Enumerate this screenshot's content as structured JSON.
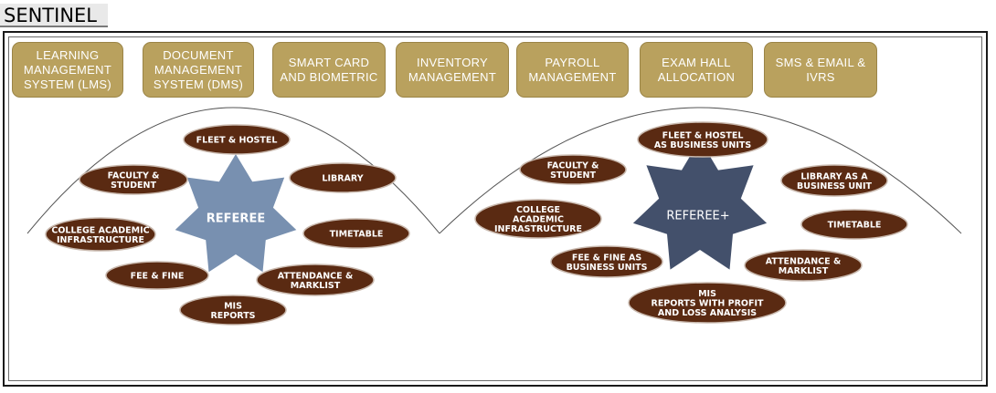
{
  "title": "SENTINEL",
  "modules": [
    {
      "label": "LEARNING\nMANAGEMENT\nSYSTEM (LMS)"
    },
    {
      "label": "DOCUMENT\nMANAGEMENT\nSYSTEM (DMS)"
    },
    {
      "label": "SMART CARD\nAND BIOMETRIC"
    },
    {
      "label": "INVENTORY\nMANAGEMENT"
    },
    {
      "label": "PAYROLL\nMANAGEMENT"
    },
    {
      "label": "EXAM HALL\nALLOCATION"
    },
    {
      "label": "SMS & EMAIL &\nIVRS"
    }
  ],
  "referee": {
    "center": "REFEREE",
    "nodes": [
      {
        "label": "FLEET & HOSTEL"
      },
      {
        "label": "FACULTY &\nSTUDENT"
      },
      {
        "label": "LIBRARY"
      },
      {
        "label": "COLLEGE ACADEMIC\nINFRASTRUCTURE"
      },
      {
        "label": "TIMETABLE"
      },
      {
        "label": "FEE & FINE"
      },
      {
        "label": "ATTENDANCE &\nMARKLIST"
      },
      {
        "label": "MIS\nREPORTS"
      }
    ]
  },
  "referee_plus": {
    "center": "REFEREE+",
    "nodes": [
      {
        "label": "FLEET & HOSTEL\nAS BUSINESS UNITS"
      },
      {
        "label": "FACULTY &\nSTUDENT"
      },
      {
        "label": "LIBRARY AS A\nBUSINESS UNIT"
      },
      {
        "label": "COLLEGE\nACADEMIC\nINFRASTRUCTURE"
      },
      {
        "label": "TIMETABLE"
      },
      {
        "label": "FEE & FINE AS\nBUSINESS UNITS"
      },
      {
        "label": "ATTENDANCE &\nMARKLIST"
      },
      {
        "label": "MIS\nREPORTS WITH PROFIT\nAND LOSS ANALYSIS"
      }
    ]
  },
  "colors": {
    "module_fill": "#b9a15e",
    "oval_fill": "#5a2a12",
    "referee_star": "#7890b0",
    "referee_plus_star": "#43506b"
  }
}
